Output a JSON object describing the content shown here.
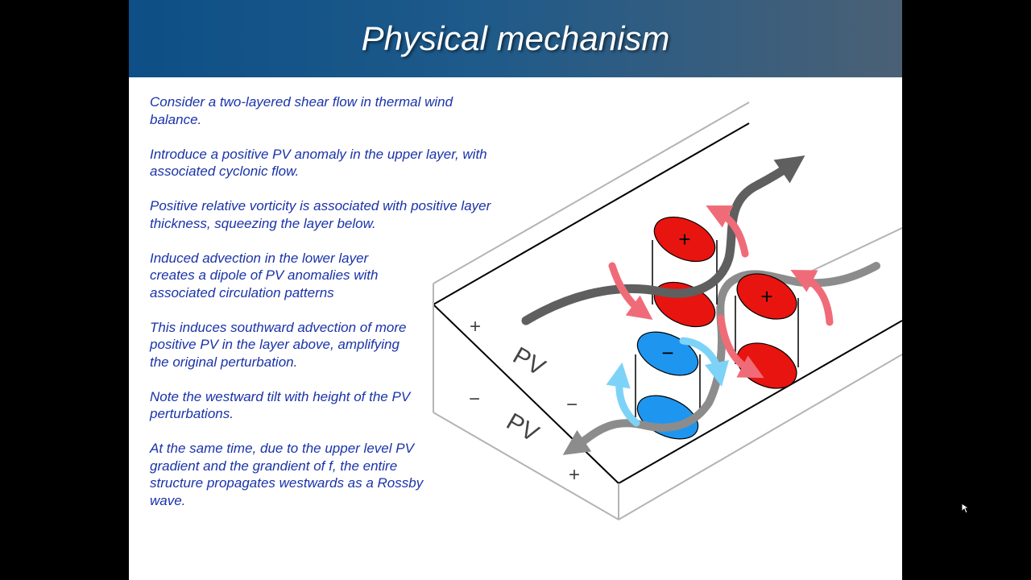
{
  "slide": {
    "title": "Physical mechanism",
    "paragraphs": [
      "Consider a two-layered shear flow in thermal wind balance.",
      "Introduce a positive PV anomaly in the upper layer, with associated cyclonic flow.",
      "Positive relative vorticity is associated with positive layer thickness, squeezing the layer below.",
      "Induced advection in the lower layer creates a dipole of PV anomalies with associated circulation patterns",
      "This induces southward advection of more positive PV in the layer above, amplifying the original perturbation.",
      "Note the westward tilt with height of the PV perturbations.",
      "At the same time, due to the upper level PV gradient and the grandient of f, the entire structure propagates westwards as a Rossby wave."
    ]
  },
  "diagram": {
    "upper_gradient_label": "PV",
    "lower_gradient_label": "PV",
    "upper_plus": "+",
    "upper_minus": "−",
    "lower_minus": "−",
    "lower_plus": "+",
    "anomaly_positive": "+",
    "anomaly_negative": "−",
    "colors": {
      "positive_anomaly": "#e8140f",
      "negative_anomaly": "#1e96f0",
      "cyclonic_arrow": "#f06b78",
      "anticyclonic_arrow": "#7dd3f7",
      "flow_arrow": "#5f5f5f"
    }
  }
}
